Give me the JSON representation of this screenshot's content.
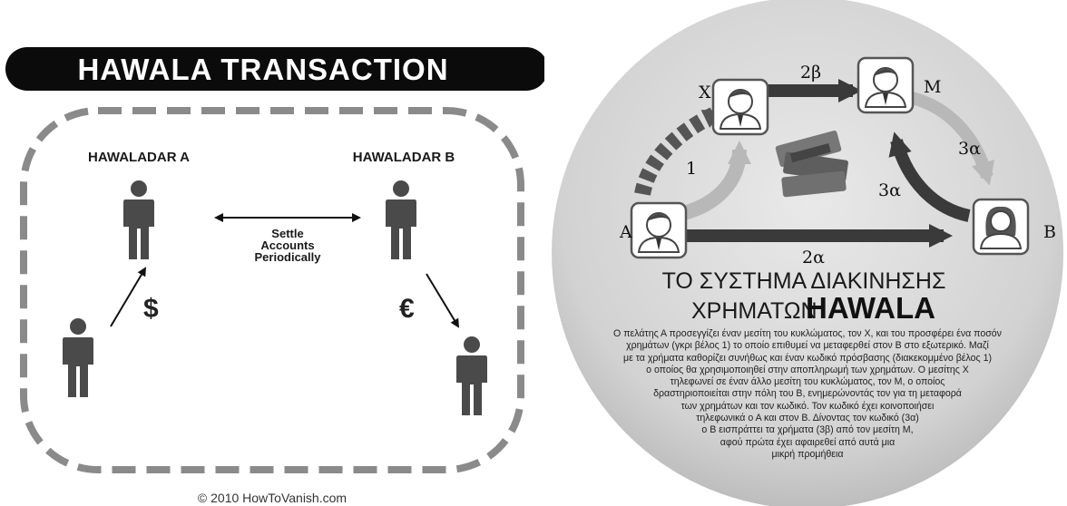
{
  "left": {
    "title": "HAWALA TRANSACTION",
    "hawaladar_a": "HAWALADAR A",
    "hawaladar_b": "HAWALADAR B",
    "settle": [
      "Settle",
      "Accounts",
      "Periodically"
    ],
    "dollar": "$",
    "euro": "€",
    "copyright": "© 2010 HowToVanish.com"
  },
  "right": {
    "nodes": {
      "A": "A",
      "X": "X",
      "M": "M",
      "B": "B"
    },
    "edges": {
      "e1": "1",
      "e2a": "2α",
      "e2b": "2β",
      "e3a_right": "3α",
      "e3a_left": "3α"
    },
    "title_line1": "ΤΟ ΣΥΣΤΗΜΑ ΔΙΑΚΙΝΗΣΗΣ",
    "title_line2_prefix": "ΧΡΗΜΑΤΩΝ",
    "title_line2_bold": "HAWALA",
    "paragraph": [
      "Ο πελάτης Α προσεγγίζει έναν μεσίτη του κυκλώματος, τον Χ, και του προσφέρει ένα ποσόν",
      "χρημάτων (γκρι βέλος 1) το οποίο επιθυμεί να μεταφερθεί στον Β στο εξωτερικό. Μαζί",
      "με τα χρήματα καθορίζει συνήθως και έναν κωδικό πρόσβασης (διακεκομμένο βέλος 1)",
      "ο οποίος θα χρησιμοποιηθεί στην αποπληρωμή των χρημάτων. Ο μεσίτης Χ",
      "τηλεφωνεί σε έναν άλλο μεσίτη του κυκλώματος, τον Μ, ο οποίος",
      "δραστηριοποιείται στην πόλη του Β, ενημερώνοντάς τον για τη μεταφορά",
      "των χρημάτων και τον κωδικό. Τον κωδικό έχει κοινοποιήσει",
      "τηλεφωνικά ο Α και στον Β. Δίνοντας τον κωδικό (3α)",
      "ο Β εισπράττει τα χρήματα (3β) από τον μεσίτη Μ,",
      "αφού πρώτα έχει αφαιρεθεί από αυτά μια",
      "μικρή προμήθεια"
    ]
  }
}
